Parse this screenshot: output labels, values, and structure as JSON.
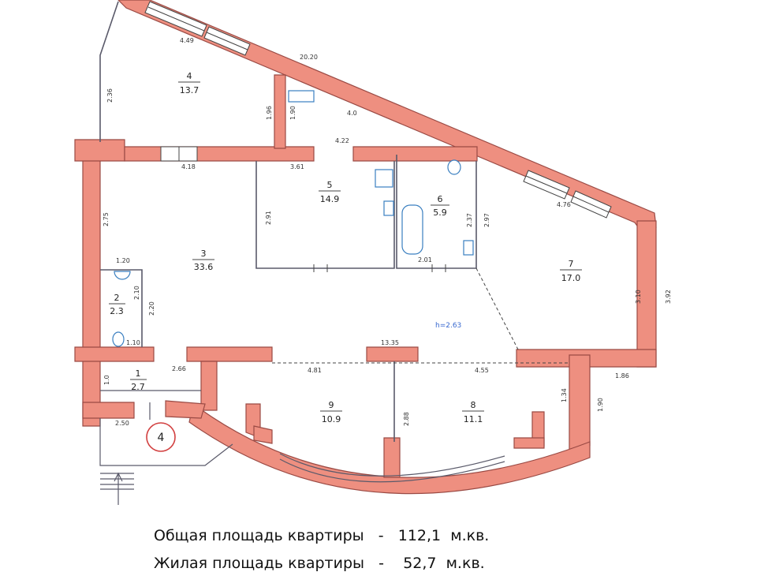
{
  "rooms": [
    {
      "num": "1",
      "area": "2.7"
    },
    {
      "num": "2",
      "area": "2.3"
    },
    {
      "num": "3",
      "area": "33.6"
    },
    {
      "num": "4",
      "area": "13.7"
    },
    {
      "num": "5",
      "area": "14.9"
    },
    {
      "num": "6",
      "area": "5.9"
    },
    {
      "num": "7",
      "area": "17.0"
    },
    {
      "num": "8",
      "area": "11.1"
    },
    {
      "num": "9",
      "area": "10.9"
    }
  ],
  "dimensions": [
    "4.49",
    "20.20",
    "2.36",
    "1.96",
    "1.90",
    "4.0",
    "4.22",
    "4.18",
    "3.61",
    "2.75",
    "2.91",
    "2.37",
    "2.97",
    "4.76",
    "1.20",
    "2.10",
    "2.20",
    "1.10",
    "2.01",
    "3.10",
    "3.92",
    "13.35",
    "2.66",
    "4.81",
    "4.55",
    "1.86",
    "1.0",
    "1.34",
    "1.90",
    "2.50",
    "2.88"
  ],
  "height_label": "h=2.63",
  "entrance_marker": "4",
  "summary": {
    "total_label": "Общая площадь квартиры",
    "total_sep": "-",
    "total_value": "112,1",
    "total_unit": "м.кв.",
    "living_label": "Жилая площадь квартиры",
    "living_sep": "-",
    "living_value": "52,7",
    "living_unit": "м.кв."
  }
}
